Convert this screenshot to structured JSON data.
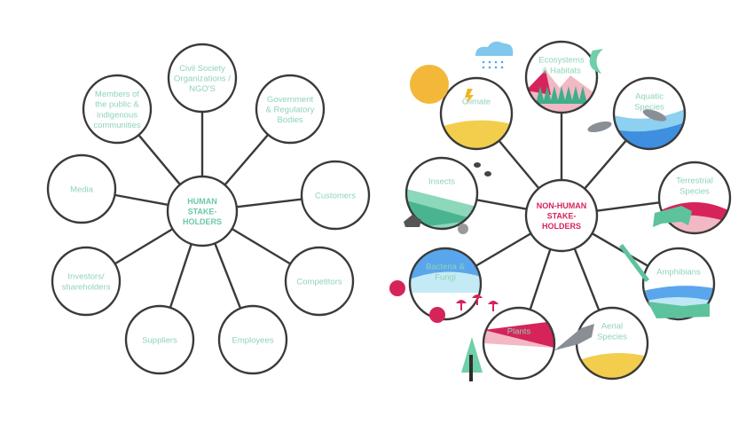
{
  "human": {
    "center": [
      "HUMAN",
      "STAKE-",
      "HOLDERS"
    ],
    "nodes": [
      {
        "lines": [
          "Civil Society",
          "Organizations /",
          "NGO'S"
        ]
      },
      {
        "lines": [
          "Government",
          "& Regulatory",
          "Bodies"
        ]
      },
      {
        "lines": [
          "Customers"
        ]
      },
      {
        "lines": [
          "Competitors"
        ]
      },
      {
        "lines": [
          "Employees"
        ]
      },
      {
        "lines": [
          "Suppliers"
        ]
      },
      {
        "lines": [
          "Investors/",
          "shareholders"
        ]
      },
      {
        "lines": [
          "Media"
        ]
      },
      {
        "lines": [
          "Members of",
          "the public &",
          "indigenous",
          "communities"
        ]
      }
    ]
  },
  "nonhuman": {
    "center": [
      "NON-HUMAN",
      "STAKE-",
      "HOLDERS"
    ],
    "nodes": [
      {
        "lines": [
          "Ecosystems",
          "& Habitats"
        ]
      },
      {
        "lines": [
          "Aquatic",
          "Species"
        ]
      },
      {
        "lines": [
          "Terrestrial",
          "Species"
        ]
      },
      {
        "lines": [
          "Amphibians"
        ]
      },
      {
        "lines": [
          "Aerial",
          "Species"
        ]
      },
      {
        "lines": [
          "Plants"
        ]
      },
      {
        "lines": [
          "Bacteria &",
          "Fungi"
        ]
      },
      {
        "lines": [
          "Insects"
        ]
      },
      {
        "lines": [
          "Climate"
        ]
      }
    ]
  },
  "colors": {
    "label": "#8fd3b8",
    "human_center": "#6cc9a6",
    "nonhuman_center": "#d6245a",
    "ring": "#3a3a3a"
  }
}
